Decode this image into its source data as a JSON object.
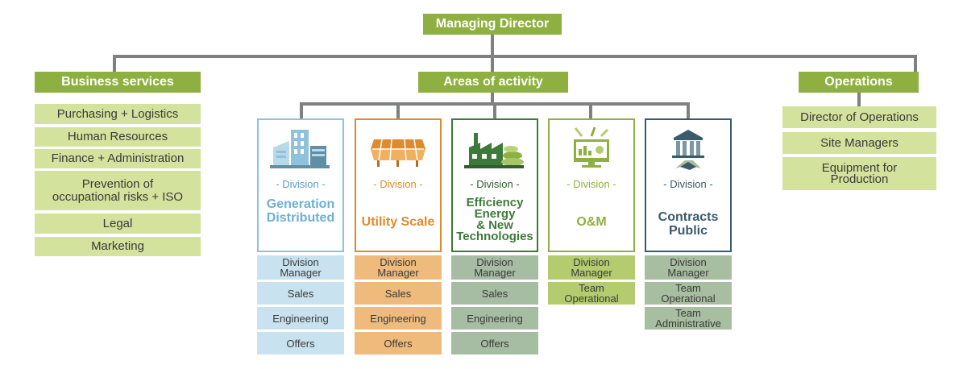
{
  "top": {
    "title": "Managing Director"
  },
  "business": {
    "title": "Business services",
    "items": [
      "Purchasing + Logistics",
      "Human Resources",
      "Finance + Administration",
      "Prevention of\noccupational risks + ISO",
      "Legal",
      "Marketing"
    ]
  },
  "areas": {
    "title": "Areas of activity"
  },
  "operations": {
    "title": "Operations",
    "items": [
      "Director of Operations",
      "Site Managers",
      "Equipment for\nProduction"
    ]
  },
  "divisions": [
    {
      "label": "- Division -",
      "name": "Generation\nDistributed",
      "color": "#8fc3dc",
      "sub_color": "#c9e2ef",
      "icon": "factory-icon",
      "subs": [
        "Division\nManager",
        "Sales",
        "Engineering",
        "Offers"
      ]
    },
    {
      "label": "- Division -",
      "name": "Utility Scale",
      "color": "#e08a2e",
      "sub_color": "#efbb7c",
      "icon": "solar-farm-icon",
      "subs": [
        "Division\nManager",
        "Sales",
        "Engineering",
        "Offers"
      ]
    },
    {
      "label": "- Division -",
      "name": "Efficiency\nEnergy\n& New\nTechnologies",
      "color": "#3d7a3a",
      "sub_color": "#a6bca3",
      "icon": "green-factory-icon",
      "subs": [
        "Division\nManager",
        "Sales",
        "Engineering",
        "Offers"
      ]
    },
    {
      "label": "- Division -",
      "name": "O&M",
      "color": "#8db040",
      "sub_color": "#b5cc6e",
      "icon": "monitor-tools-icon",
      "subs": [
        "Division\nManager",
        "Team\nOperational"
      ]
    },
    {
      "label": "- Division -",
      "name": "Contracts\nPublic",
      "color": "#3b5a6b",
      "sub_color": "#a8bea0",
      "icon": "government-handshake-icon",
      "subs": [
        "Division\nManager",
        "Team\nOperational",
        "Team\nAdministrative"
      ]
    }
  ]
}
